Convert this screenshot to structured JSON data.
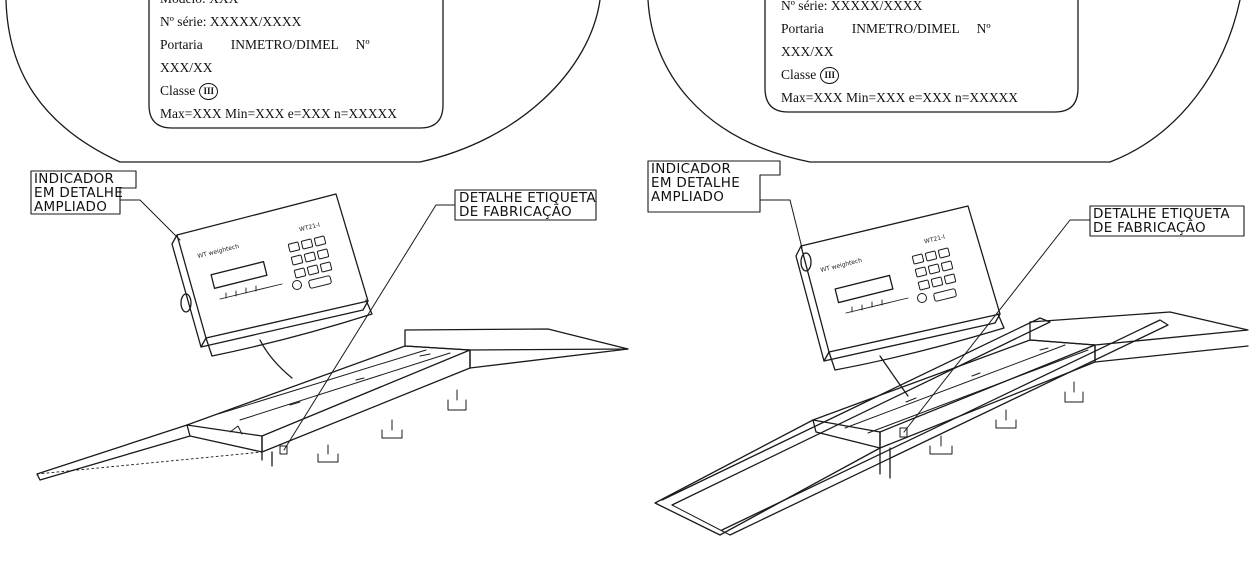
{
  "label_left": {
    "line_model": "Modelo: XXX",
    "line_serial": "Nº série: XXXXX/XXXX",
    "portaria_label": "Portaria",
    "portaria_value": "INMETRO/DIMEL",
    "portaria_no": "Nº",
    "portaria_number": "XXX/XX",
    "classe_label": "Classe",
    "classe_mark": "III",
    "line_limits": "Max=XXX Min=XXX e=XXX n=XXXXX"
  },
  "label_right": {
    "line_serial": "Nº série: XXXXX/XXXX",
    "portaria_label": "Portaria",
    "portaria_value": "INMETRO/DIMEL",
    "portaria_no": "Nº",
    "portaria_number": "XXX/XX",
    "classe_label": "Classe",
    "classe_mark": "III",
    "line_limits": "Max=XXX Min=XXX e=XXX n=XXXXX"
  },
  "callouts_left": {
    "indicador_1": "INDICADOR",
    "indicador_2": "EM DETALHE",
    "indicador_3": "AMPLIADO",
    "etiqueta_1": "DETALHE ETIQUETA",
    "etiqueta_2": "DE FABRICAÇÃO"
  },
  "callouts_right": {
    "indicador_1": "INDICADOR",
    "indicador_2": "EM DETALHE",
    "indicador_3": "AMPLIADO",
    "etiqueta_1": "DETALHE ETIQUETA",
    "etiqueta_2": "DE FABRICAÇÃO"
  },
  "indicator_left": {
    "brand": "WT weightech",
    "model": "WT21-I"
  },
  "indicator_right": {
    "brand": "WT weightech",
    "model": "WT21-I"
  }
}
